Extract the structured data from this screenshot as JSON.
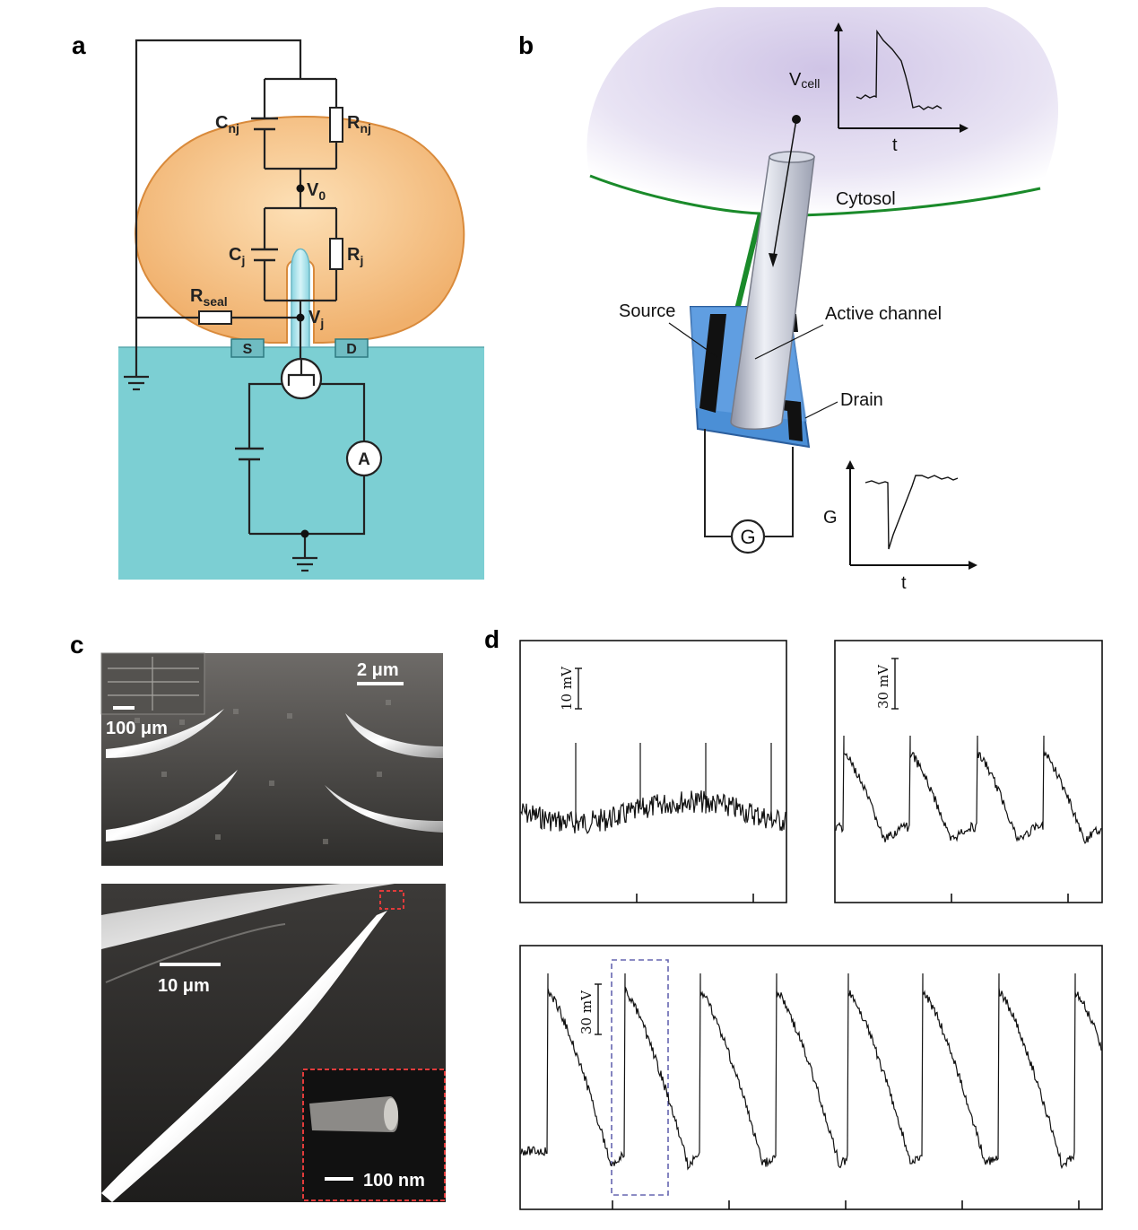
{
  "panels": {
    "a": {
      "label": "a",
      "components": {
        "c_nj": "C",
        "c_nj_sub": "nj",
        "r_nj": "R",
        "r_nj_sub": "nj",
        "v0": "V",
        "v0_sub": "0",
        "c_j": "C",
        "c_j_sub": "j",
        "r_j": "R",
        "r_j_sub": "j",
        "r_seal": "R",
        "r_seal_sub": "seal",
        "v_j": "V",
        "v_j_sub": "j",
        "source": "S",
        "drain": "D",
        "ammeter": "A"
      },
      "colors": {
        "cell": "#f0b574",
        "substrate": "#7fcfd2",
        "wire": "#222222"
      }
    },
    "b": {
      "label": "b",
      "v_cell": "V",
      "v_cell_sub": "cell",
      "t_top": "t",
      "cytosol": "Cytosol",
      "source": "Source",
      "active_channel": "Active channel",
      "drain": "Drain",
      "g_meter": "G",
      "g_axis": "G",
      "t_bottom": "t",
      "colors": {
        "membrane": "#1a8a2a",
        "device": "#4b8fd6"
      }
    },
    "c": {
      "label": "c",
      "top_scale": "2 μm",
      "inset_scale": "100 μm",
      "bottom_scale": "10 μm",
      "zoom_scale": "100 nm"
    },
    "d": {
      "label": "d",
      "scale_1": "10 mV",
      "scale_2": "30 mV",
      "scale_3": "30 mV"
    }
  }
}
